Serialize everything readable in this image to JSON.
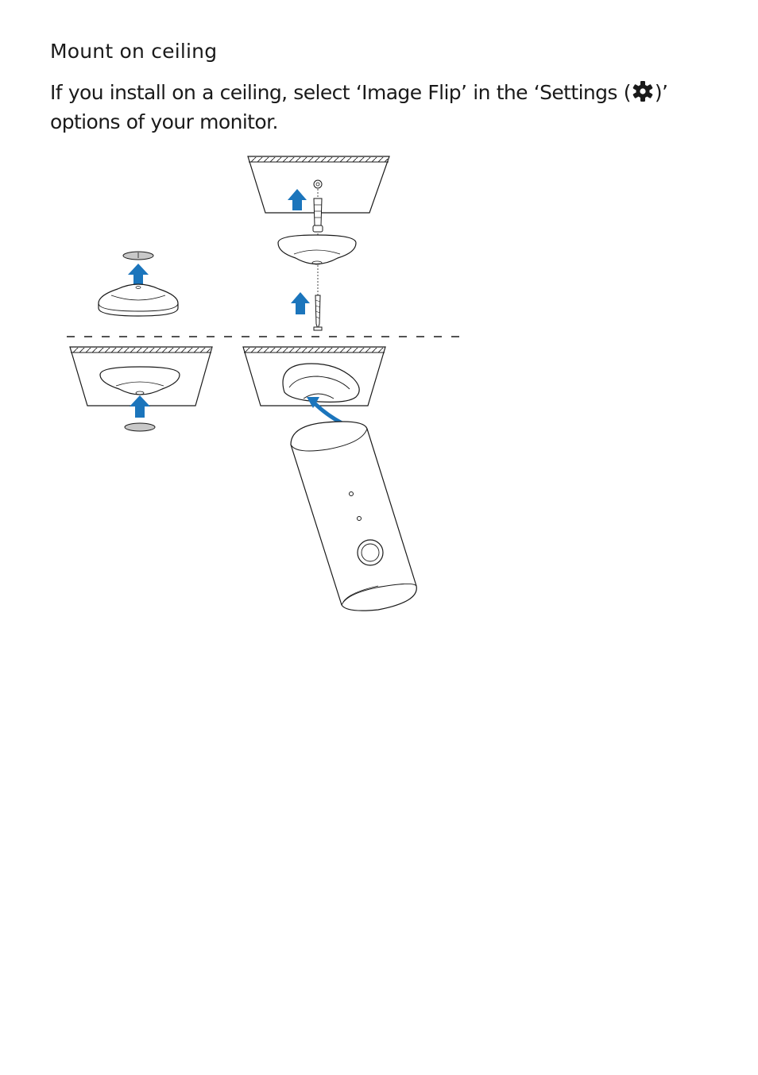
{
  "section": {
    "title": "Mount on ceiling"
  },
  "instruction": {
    "text_before": "If you install on a ceiling, select ‘Image Flip’ in the ‘Settings (",
    "icon": "gear-icon",
    "text_after": ")’ options of your monitor."
  },
  "illustration": {
    "arrow_color": "#1b75bc",
    "line_color": "#1a1a1a",
    "cap_color": "#c8c8c8"
  }
}
